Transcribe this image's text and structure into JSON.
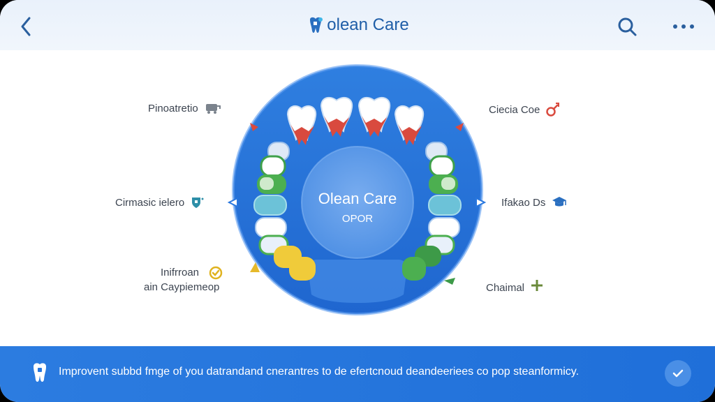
{
  "app": {
    "title": "olean Care",
    "brand_color": "#1f5ea8",
    "accent_color": "#2776de"
  },
  "header": {
    "back_icon": "chevron-left-icon",
    "search_icon": "search-icon",
    "more_icon": "more-horizontal-icon"
  },
  "wheel": {
    "center_title": "Olean Care",
    "center_subtitle": "OPOR"
  },
  "labels": {
    "left_top": {
      "text": "Pinoatretio",
      "icon": "cart-icon"
    },
    "left_mid": {
      "text": "Cirmasic ielero",
      "icon": "shield-icon"
    },
    "left_bottom": {
      "line1": "Inifrroan",
      "line2": "ain Caypiemeop",
      "icon": "check-circle-icon"
    },
    "right_top": {
      "text": "Ciecia Coe",
      "icon": "gender-icon"
    },
    "right_mid": {
      "text": "Ifakao Ds",
      "icon": "graduation-cap-icon"
    },
    "right_bottom": {
      "text": "Chaimal",
      "icon": "plus-icon"
    }
  },
  "banner": {
    "text": "Improvent subbd fmge of you datrandand cnerantres to de efertcnoud deandeeriees co pop steanformicy.",
    "icon": "tooth-icon",
    "confirm_icon": "checkmark-icon"
  }
}
